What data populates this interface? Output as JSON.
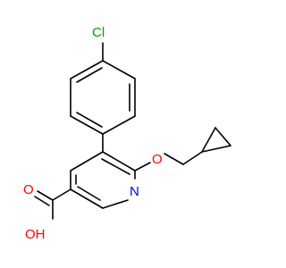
{
  "colors": {
    "bond": "#000000",
    "chlorine": "#00a000",
    "nitrogen": "#0000ff",
    "oxygen": "#ff0000",
    "background": "#ffffff"
  },
  "atoms": {
    "chlorine": "Cl",
    "nitrogen": "N",
    "ether_oxygen": "O",
    "carbonyl_oxygen": "O",
    "hydroxyl": "OH"
  }
}
